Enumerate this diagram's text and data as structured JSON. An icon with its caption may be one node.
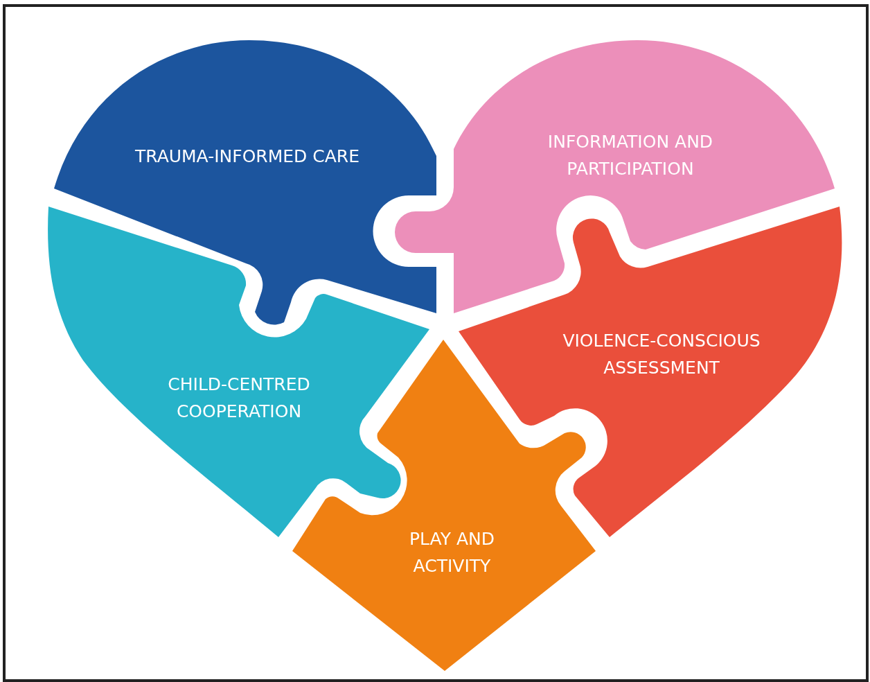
{
  "diagram": {
    "nodes": [
      {
        "text": [
          "TRAUMA-INFORMED CARE"
        ]
      },
      {
        "text": [
          "INFORMATION AND PARTICIPATION"
        ]
      },
      {
        "text": [
          "CHILD-CENTRED COOPERATION"
        ]
      },
      {
        "text": [
          "VIOLENCE-CONSCIOUS ASSESSMENT"
        ]
      },
      {
        "text": [
          "PLAY AND ACTIVITY"
        ]
      }
    ]
  }
}
